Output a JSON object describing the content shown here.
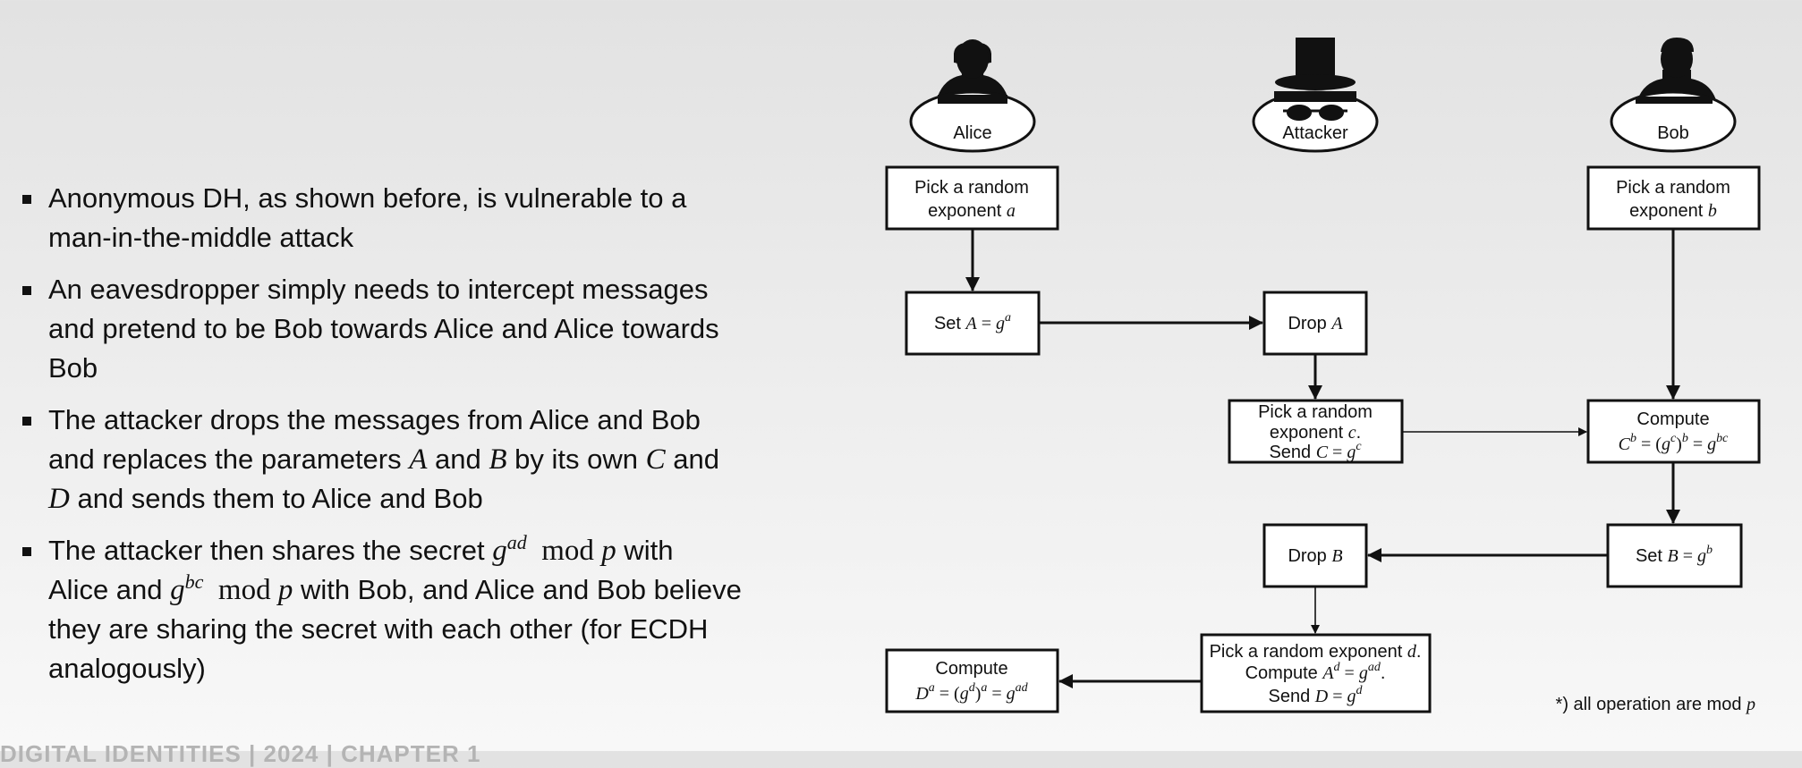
{
  "bullets": [
    {
      "line1": "Anonymous DH, as shown before, is vulnerable to a",
      "line2": "man-in-the-middle attack"
    },
    {
      "line1": "An eavesdropper simply needs to intercept messages",
      "line2": "and pretend to be Bob towards Alice and Alice towards",
      "line3": "Bob"
    },
    {
      "line1": "The attacker drops the messages from Alice and Bob",
      "line2_a": "and replaces the parameters ",
      "var_A": "A",
      "line2_b": " and ",
      "var_B": "B",
      "line2_c": " by its own ",
      "var_C": "C",
      "line2_d": " and",
      "var_D": "D",
      "line3": " and sends them to Alice and Bob"
    },
    {
      "line1_a": "The attacker then shares  the secret ",
      "g1": "g",
      "sup1": "ad",
      "mod1": "mod",
      "p1": "p",
      "line1_b": " with",
      "line2_a": "Alice and ",
      "g2": "g",
      "sup2": "bc",
      "mod2": "mod",
      "p2": "p",
      "line2_b": " with Bob, and Alice and Bob believe",
      "line3": "they are sharing the secret with each other (for ECDH",
      "line4": "analogously)"
    }
  ],
  "footer": "DIGITAL IDENTITIES | 2024 | CHAPTER 1",
  "diagram": {
    "actors": {
      "alice": "Alice",
      "attacker": "Attacker",
      "bob": "Bob"
    },
    "boxes": {
      "alice_pick": {
        "line1": "Pick a random",
        "line2": "exponent ",
        "var": "a"
      },
      "bob_pick": {
        "line1": "Pick a random",
        "line2": "exponent ",
        "var": "b"
      },
      "alice_set": {
        "text": "Set ",
        "lhs": "A",
        "eq": " = ",
        "base": "g",
        "exp": "a"
      },
      "drop_a": {
        "text": "Drop ",
        "var": "A"
      },
      "attacker_pick_c": {
        "line1": "Pick a random",
        "line2": "exponent ",
        "var": "c",
        "dot": ".",
        "line3": "Send ",
        "lhs": "C",
        "eq": " = ",
        "base": "g",
        "exp": "c"
      },
      "bob_compute": {
        "line1": "Compute",
        "lhs": "C",
        "lhs_exp": "b",
        "eq": " = (",
        "base": "g",
        "inner_exp": "c",
        "close": ")",
        "outer_exp": "b",
        "eq2": " = ",
        "base2": "g",
        "exp2": "bc"
      },
      "drop_b": {
        "text": "Drop ",
        "var": "B"
      },
      "bob_set": {
        "text": "Set ",
        "lhs": "B",
        "eq": " = ",
        "base": "g",
        "exp": "b"
      },
      "attacker_pick_d": {
        "line1": "Pick a random exponent ",
        "var": "d",
        "dot": ".",
        "line2": "Compute ",
        "lhs": "A",
        "lhs_exp": "d",
        "eq": " = ",
        "base": "g",
        "exp": "ad",
        "dot2": ".",
        "line3": "Send ",
        "lhs3": "D",
        "eq3": " = ",
        "base3": "g",
        "exp3": "d"
      },
      "alice_compute": {
        "line1": "Compute",
        "lhs": "D",
        "lhs_exp": "a",
        "eq": " = (",
        "base": "g",
        "inner_exp": "d",
        "close": ")",
        "outer_exp": "a",
        "eq2": " = ",
        "base2": "g",
        "exp2": "ad"
      }
    },
    "note": {
      "text": "*) all operation are mod ",
      "var": "p"
    }
  }
}
